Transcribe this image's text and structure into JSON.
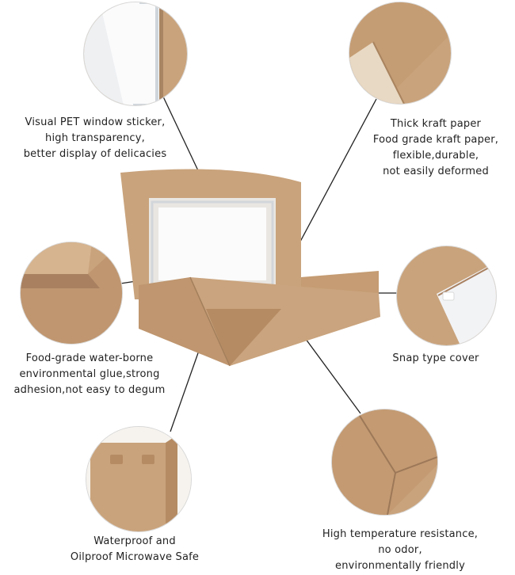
{
  "features": {
    "window": [
      "Visual PET window sticker,",
      "high transparency,",
      "better display of delicacies"
    ],
    "kraft": [
      "Thick kraft paper",
      "Food grade kraft paper,",
      "flexible,durable,",
      "not easily deformed"
    ],
    "glue": [
      "Food-grade water-borne",
      "environmental glue,strong",
      "adhesion,not easy to degum"
    ],
    "snap": [
      "Snap type cover"
    ],
    "waterproof": [
      "Waterproof and",
      "Oilproof Microwave Safe"
    ],
    "heat": [
      "High temperature resistance,",
      "no odor,",
      "environmentally friendly"
    ]
  },
  "colors": {
    "kraft": "#c9a37c",
    "kraft_dark": "#b58b63",
    "line": "#222222"
  }
}
